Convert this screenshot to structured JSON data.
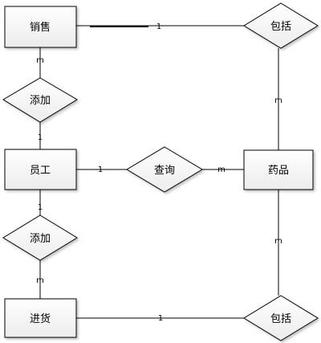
{
  "entities": {
    "sales": "销售",
    "employee": "员工",
    "purchase": "进货",
    "medicine": "药品"
  },
  "relationships": {
    "include_top": "包括",
    "add_top": "添加",
    "query": "查询",
    "add_bottom": "添加",
    "include_bottom": "包括"
  },
  "cardinality": {
    "sales_include": "1",
    "sales_add": "m",
    "add_employee_top": "1",
    "employee_query": "1",
    "query_medicine": "m",
    "employee_add_bottom": "1",
    "add_purchase": "m",
    "include_medicine_top": "m",
    "include_medicine_bottom": "m",
    "purchase_include": "1"
  },
  "colors": {
    "shape_fill": "#f3f3f3",
    "stroke": "#000000"
  }
}
